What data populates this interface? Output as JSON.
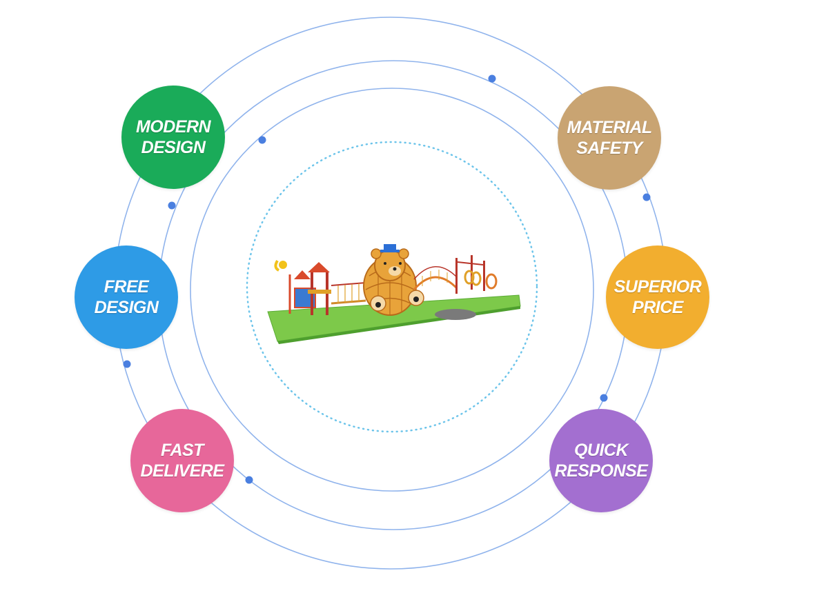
{
  "features": [
    {
      "id": "modern-design",
      "lines": [
        "MODERN",
        "DESIGN"
      ],
      "color": "#1aab59"
    },
    {
      "id": "free-design",
      "lines": [
        "FREE",
        "DESIGN"
      ],
      "color": "#2e9be6"
    },
    {
      "id": "fast-delivere",
      "lines": [
        "FAST",
        "DELIVERE"
      ],
      "color": "#e7679a"
    },
    {
      "id": "material-safety",
      "lines": [
        "MATERIAL",
        "SAFETY"
      ],
      "color": "#c9a472"
    },
    {
      "id": "superior-price",
      "lines": [
        "SUPERIOR",
        "PRICE"
      ],
      "color": "#f2ae2f"
    },
    {
      "id": "quick-response",
      "lines": [
        "QUICK",
        "RESPONSE"
      ],
      "color": "#a36fd0"
    }
  ],
  "colors": {
    "ring": "#8fb3ec",
    "ring_dot": "#4a7fe0",
    "inner_dotted": "#6cc4ea",
    "grass": "#7dc94a",
    "grass_dark": "#4e9f2e"
  },
  "center_image": {
    "icon": "playground-equipment-illustration"
  }
}
